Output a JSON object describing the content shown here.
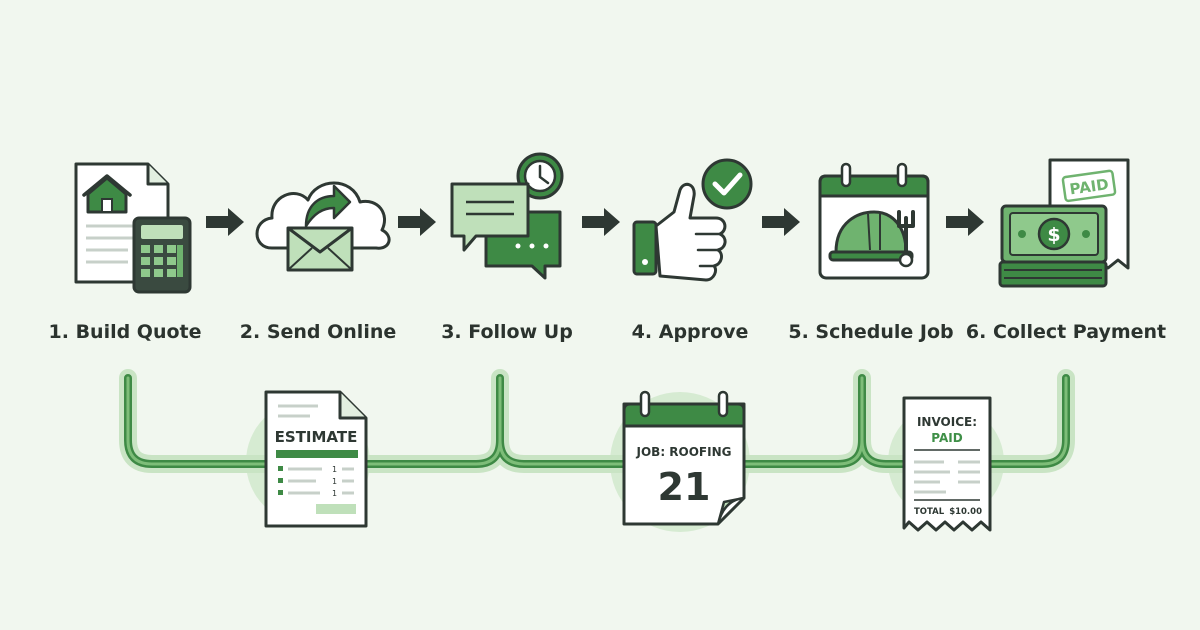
{
  "colors": {
    "background": "#f1f7ef",
    "dark_green": "#3e8a45",
    "mid_green": "#6fb36f",
    "light_green": "#bfe0ba",
    "outline": "#2e3833",
    "paper": "#ffffff"
  },
  "steps": [
    {
      "number": "1.",
      "label": "Build Quote",
      "icon": "house-document-calculator-icon"
    },
    {
      "number": "2.",
      "label": "Send Online",
      "icon": "cloud-envelope-icon"
    },
    {
      "number": "3.",
      "label": "Follow Up",
      "icon": "chat-bubbles-clock-icon"
    },
    {
      "number": "4.",
      "label": "Approve",
      "icon": "thumbs-up-check-icon"
    },
    {
      "number": "5.",
      "label": "Schedule Job",
      "icon": "calendar-hardhat-wrench-icon"
    },
    {
      "number": "6.",
      "label": "Collect Payment",
      "icon": "cash-receipt-icon"
    }
  ],
  "paid_stamp": "PAID",
  "estimate_doc": {
    "title": "ESTIMATE",
    "qty_values": [
      "1",
      "1",
      "1"
    ]
  },
  "job_calendar": {
    "title": "JOB: ROOFING",
    "day": "21"
  },
  "invoice_receipt": {
    "line1": "INVOICE:",
    "line2": "PAID",
    "total_label": "TOTAL",
    "total_value": "$10.00"
  }
}
